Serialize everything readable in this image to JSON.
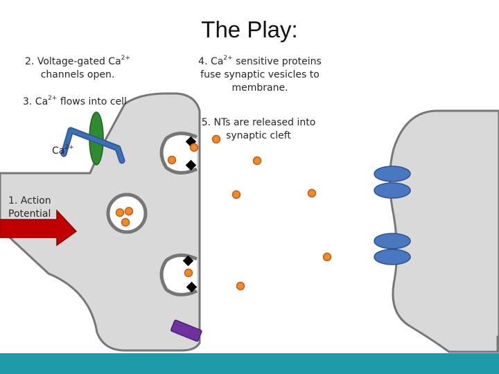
{
  "title": "The Play:",
  "steps": {
    "step1": {
      "line1": "1. Action",
      "line2": "Potential"
    },
    "step2": {
      "pre": "2. Voltage-gated Ca",
      "sup": "2+",
      "line2": "channels open."
    },
    "step3": {
      "pre": "3. Ca",
      "sup": "2+",
      "post": " flows into cell"
    },
    "step4": {
      "pre": "4. Ca",
      "sup": "2+",
      "post": " sensitive proteins",
      "line2": "fuse synaptic vesicles to",
      "line3": "membrane."
    },
    "step5": {
      "line1": "5. NTs are released into",
      "line2": "synaptic cleft"
    }
  },
  "ion_label": {
    "pre": "Ca",
    "sup": "2+"
  },
  "colors": {
    "membrane_fill": "#d9d9d9",
    "membrane_edge": "#767676",
    "neurotransmitter": "#f08a2c",
    "neurotransmitter_edge": "#c55a11",
    "channel": "#2e8b2e",
    "ion_arrow": "#3b6fb6",
    "action_potential_arrow": "#c00000",
    "receptor": "#4a78c0",
    "protein": "#7030a0",
    "footer": "#1f9aa8"
  }
}
